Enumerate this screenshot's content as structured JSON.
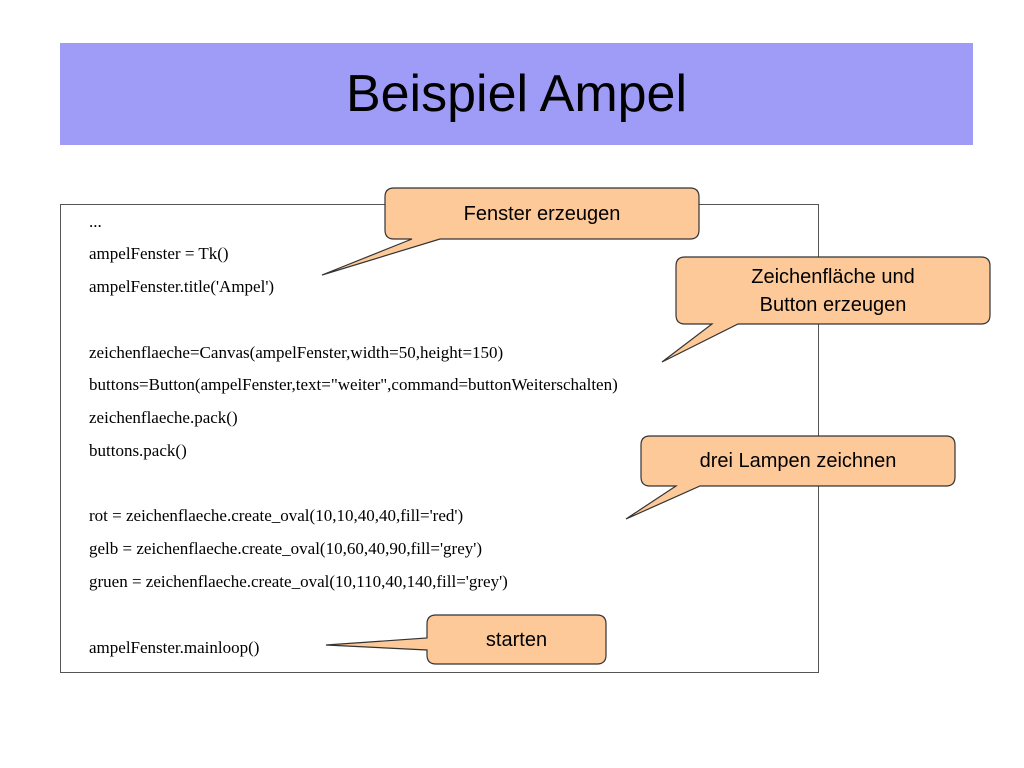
{
  "slide": {
    "title": "Beispiel Ampel"
  },
  "code": {
    "lines": [
      "...",
      "ampelFenster = Tk()",
      "ampelFenster.title('Ampel')",
      "",
      "zeichenflaeche=Canvas(ampelFenster,width=50,height=150)",
      "buttons=Button(ampelFenster,text=\"weiter\",command=buttonWeiterschalten)",
      "zeichenflaeche.pack()",
      "buttons.pack()",
      "",
      "rot = zeichenflaeche.create_oval(10,10,40,40,fill='red')",
      "gelb = zeichenflaeche.create_oval(10,60,40,90,fill='grey')",
      "gruen = zeichenflaeche.create_oval(10,110,40,140,fill='grey')",
      "",
      "ampelFenster.mainloop()"
    ]
  },
  "callouts": {
    "fenster": "Fenster erzeugen",
    "zeichenflaeche_line1": "Zeichenfläche und",
    "zeichenflaeche_line2": "Button erzeugen",
    "lampen": "drei Lampen zeichnen",
    "starten": "starten"
  },
  "colors": {
    "title_background": "#9e9cf6",
    "callout_fill": "#fdc999",
    "callout_border": "#333333"
  }
}
